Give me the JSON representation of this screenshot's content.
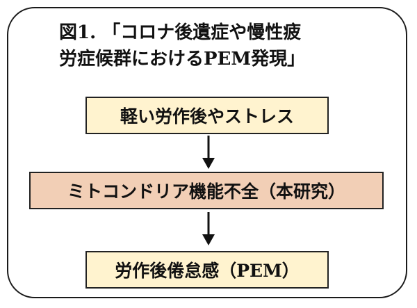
{
  "title": {
    "line1": "図1. 「コロナ後遺症や慢性疲",
    "line2": "労症候群におけるPEM発現」"
  },
  "flow": {
    "step1": "軽い労作後やストレス",
    "step2": "ミトコンドリア機能不全（本研究）",
    "step3": "労作後倦怠感（PEM）"
  },
  "colors": {
    "step_light": "#fff3cf",
    "step_highlight": "#f2cfb6",
    "border": "#222222",
    "arrow": "#111111"
  },
  "icons": {
    "arrow1": "arrow-down-icon",
    "arrow2": "arrow-down-icon"
  }
}
